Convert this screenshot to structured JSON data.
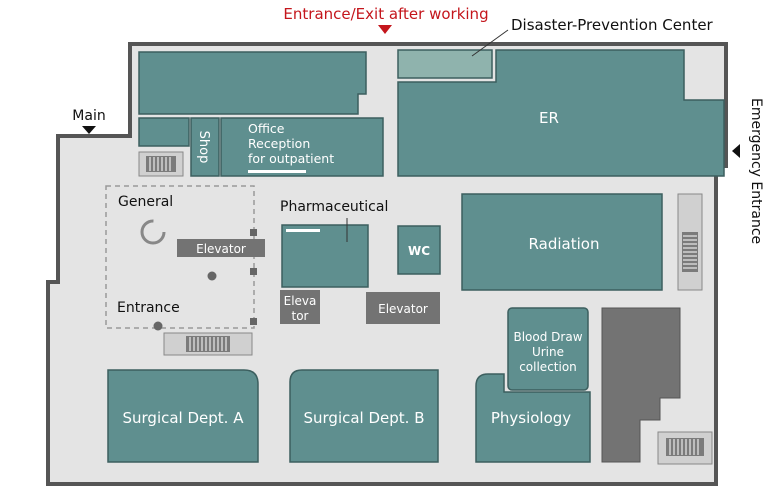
{
  "colors": {
    "floor": "#e4e4e4",
    "wall": "#555555",
    "room": "#5f8f8f",
    "room_border": "#3c5f5f",
    "service": "#737373",
    "highlight": "#8fb3ad",
    "accent_red": "#c4161c"
  },
  "top_labels": {
    "entrance_exit_after_working": "Entrance/Exit after working",
    "disaster_prevention_center": "Disaster-Prevention Center"
  },
  "side_labels": {
    "main": "Main",
    "emergency_entrance": "Emergency Entrance"
  },
  "rooms": {
    "er": "ER",
    "shop": "Shop",
    "office_line1": "Office",
    "office_line2": "Reception",
    "office_line3": "for outpatient",
    "pharmaceutical": "Pharmaceutical",
    "wc": "WC",
    "radiation": "Radiation",
    "blood_line1": "Blood Draw",
    "blood_line2": "Urine",
    "blood_line3": "collection",
    "physiology": "Physiology",
    "surgical_a": "Surgical Dept. A",
    "surgical_b": "Surgical Dept. B"
  },
  "areas": {
    "general_line1": "General",
    "general_line2": "Entrance"
  },
  "elevators": {
    "elevator_left": "Elevator",
    "elevator_mid_line1": "Eleva",
    "elevator_mid_line2": "tor",
    "elevator_right": "Elevator"
  },
  "icons": {
    "stairs": "stairs-icon",
    "revolving_door": "revolving-door-icon",
    "arrow": "triangle-arrow-icon"
  }
}
